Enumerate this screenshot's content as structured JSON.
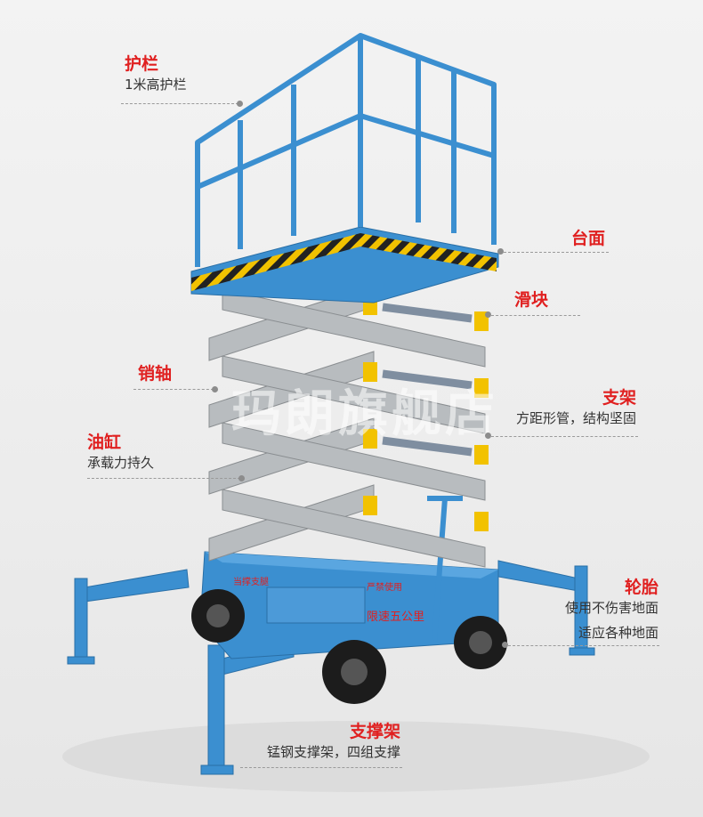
{
  "callouts": {
    "guardrail": {
      "title": "护栏",
      "sub": "1米高护栏"
    },
    "platform": {
      "title": "台面"
    },
    "slider": {
      "title": "滑块"
    },
    "pin": {
      "title": "销轴"
    },
    "bracket": {
      "title": "支架",
      "sub": "方距形管，结构坚固"
    },
    "cylinder": {
      "title": "油缸",
      "sub": "承载力持久"
    },
    "tire": {
      "title": "轮胎",
      "sub1": "使用不伤害地面",
      "sub2": "适应各种地面"
    },
    "outrigger": {
      "title": "支撑架",
      "sub": "锰钢支撑架，四组支撑"
    }
  },
  "chassis_text": {
    "speed_limit": "限速五公里",
    "warning_left": "当撑支腿",
    "warning_right": "严禁使用"
  },
  "watermark": "玛朗旗舰店",
  "colors": {
    "frame_blue": "#3b8fd0",
    "scissor_grey": "#b8bcbf",
    "hazard_yellow": "#f2c200",
    "label_red": "#e02020"
  },
  "icons": [
    "wheel-icon",
    "hazard-stripe"
  ]
}
